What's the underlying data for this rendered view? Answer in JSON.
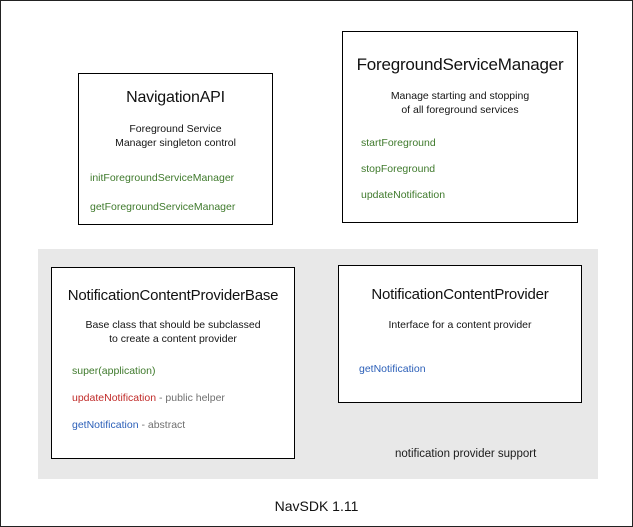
{
  "diagram": {
    "footer_caption": "NavSDK 1.11",
    "group": {
      "label": "notification provider support",
      "background": "#e8e8e8"
    },
    "colors": {
      "method_green": "#3f7a2c",
      "method_red": "#c02a28",
      "method_blue": "#2b5fb8",
      "note_gray": "#6f6f6f",
      "box_border": "#000000",
      "canvas_border": "#222222"
    },
    "boxes": [
      {
        "id": "navigation-api",
        "title": "NavigationAPI",
        "description_lines": [
          "Foreground Service",
          "Manager singleton control"
        ],
        "members": [
          {
            "name": "initForegroundServiceManager",
            "color": "green",
            "note": ""
          },
          {
            "name": "getForegroundServiceManager",
            "color": "green",
            "note": ""
          }
        ]
      },
      {
        "id": "foreground-service-manager",
        "title": "ForegroundServiceManager",
        "description_lines": [
          "Manage starting and stopping",
          "of all foreground services"
        ],
        "members": [
          {
            "name": "startForeground",
            "color": "green",
            "note": ""
          },
          {
            "name": "stopForeground",
            "color": "green",
            "note": ""
          },
          {
            "name": "updateNotification",
            "color": "green",
            "note": ""
          }
        ]
      },
      {
        "id": "notification-content-provider-base",
        "title": "NotificationContentProviderBase",
        "description_lines": [
          "Base class that should be subclassed",
          "to create a content provider"
        ],
        "members": [
          {
            "name": "super(application)",
            "color": "green",
            "note": ""
          },
          {
            "name": "updateNotification",
            "color": "red",
            "note": " - public helper"
          },
          {
            "name": "getNotification",
            "color": "blue",
            "note": " - abstract"
          }
        ]
      },
      {
        "id": "notification-content-provider",
        "title": "NotificationContentProvider",
        "description_lines": [
          "Interface for a content provider"
        ],
        "members": [
          {
            "name": "getNotification",
            "color": "blue",
            "note": ""
          }
        ]
      }
    ]
  }
}
